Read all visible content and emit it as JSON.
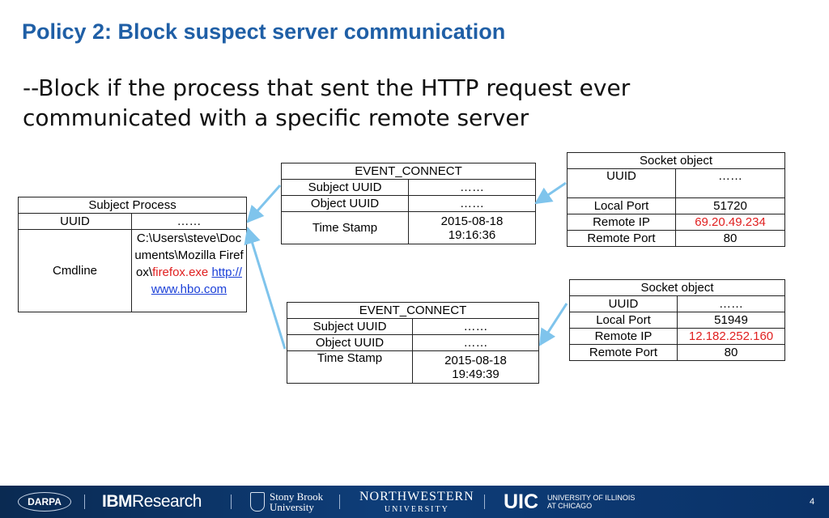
{
  "title": "Policy 2: Block suspect server communication",
  "subtitle_line1": "--Block if the process that sent the HTTP request ever",
  "subtitle_line2": "communicated with a specific remote server",
  "subject_process": {
    "header": "Subject Process",
    "uuid_label": "UUID",
    "uuid_value": "……",
    "cmdline_label": "Cmdline",
    "cmdline_path_prefix": "C:\\Users\\steve\\Documents\\Mozilla Firefox\\",
    "cmdline_exe": "firefox.exe",
    "cmdline_url": "http://www.hbo.com"
  },
  "event_connect_1": {
    "header": "EVENT_CONNECT",
    "subject_uuid_label": "Subject UUID",
    "subject_uuid_value": "……",
    "object_uuid_label": "Object UUID",
    "object_uuid_value": "……",
    "timestamp_label": "Time Stamp",
    "timestamp_date": "2015-08-18",
    "timestamp_time": "19:16:36"
  },
  "event_connect_2": {
    "header": "EVENT_CONNECT",
    "subject_uuid_label": "Subject UUID",
    "subject_uuid_value": "……",
    "object_uuid_label": "Object UUID",
    "object_uuid_value": "……",
    "timestamp_label": "Time Stamp",
    "timestamp_date": "2015-08-18",
    "timestamp_time": "19:49:39"
  },
  "socket_object_1": {
    "header": "Socket object",
    "uuid_label": "UUID",
    "uuid_value": "……",
    "local_port_label": "Local Port",
    "local_port_value": "51720",
    "remote_ip_label": "Remote IP",
    "remote_ip_value": "69.20.49.234",
    "remote_port_label": "Remote Port",
    "remote_port_value": "80"
  },
  "socket_object_2": {
    "header": "Socket object",
    "uuid_label": "UUID",
    "uuid_value": "……",
    "local_port_label": "Local Port",
    "local_port_value": "51949",
    "remote_ip_label": "Remote IP",
    "remote_ip_value": "12.182.252.160",
    "remote_port_label": "Remote Port",
    "remote_port_value": "80"
  },
  "footer": {
    "darpa": "DARPA",
    "ibm_bold": "IBM",
    "ibm_rest": "Research",
    "stony_brook_1": "Stony Brook",
    "stony_brook_2": "University",
    "northwestern_1": "NORTHWESTERN",
    "northwestern_2": "UNIVERSITY",
    "uic": "UIC",
    "uic_sub_1": "UNIVERSITY OF ILLINOIS",
    "uic_sub_2": "AT CHICAGO",
    "page_number": "4"
  },
  "colors": {
    "title": "#1f5fa6",
    "highlight_red": "#e02020",
    "link_blue": "#1a3fd8",
    "arrow": "#7fc4ec",
    "footer_bg": "#0e3d78"
  }
}
